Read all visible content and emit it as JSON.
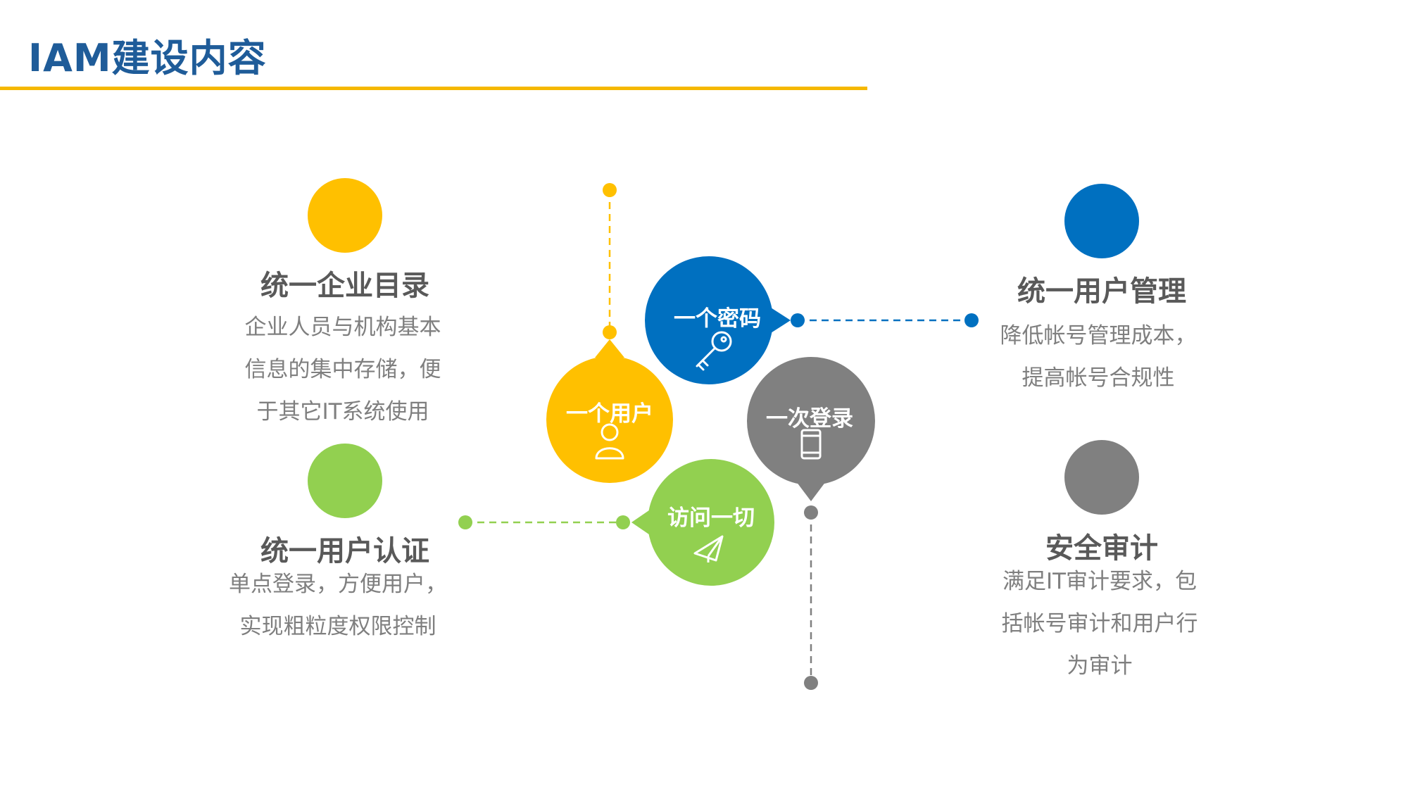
{
  "header": {
    "title": "IAM建设内容"
  },
  "colors": {
    "title": "#1F5C99",
    "rule": "#F5B800",
    "yellow": "#FFC000",
    "blue": "#0070C0",
    "gray": "#808080",
    "green": "#92D050"
  },
  "features": [
    {
      "title": "统一企业目录",
      "desc": [
        "企业人员与机构基本",
        "信息的集中存储，便",
        "于其它IT系统使用"
      ],
      "color": "yellow"
    },
    {
      "title": "统一用户认证",
      "desc": [
        "单点登录，方便用户，",
        "实现粗粒度权限控制"
      ],
      "color": "green"
    },
    {
      "title": "统一用户管理",
      "desc": [
        "降低帐号管理成本，",
        "提高帐号合规性"
      ],
      "color": "blue"
    },
    {
      "title": "安全审计",
      "desc": [
        "满足IT审计要求，包",
        "括帐号审计和用户行",
        "为审计"
      ],
      "color": "gray"
    }
  ],
  "bubbles": [
    {
      "label": "一个用户",
      "icon": "user-icon",
      "color": "yellow"
    },
    {
      "label": "一个密码",
      "icon": "key-icon",
      "color": "blue"
    },
    {
      "label": "一次登录",
      "icon": "mobile-phone-icon",
      "color": "gray"
    },
    {
      "label": "访问一切",
      "icon": "paper-plane-icon",
      "color": "green"
    }
  ]
}
